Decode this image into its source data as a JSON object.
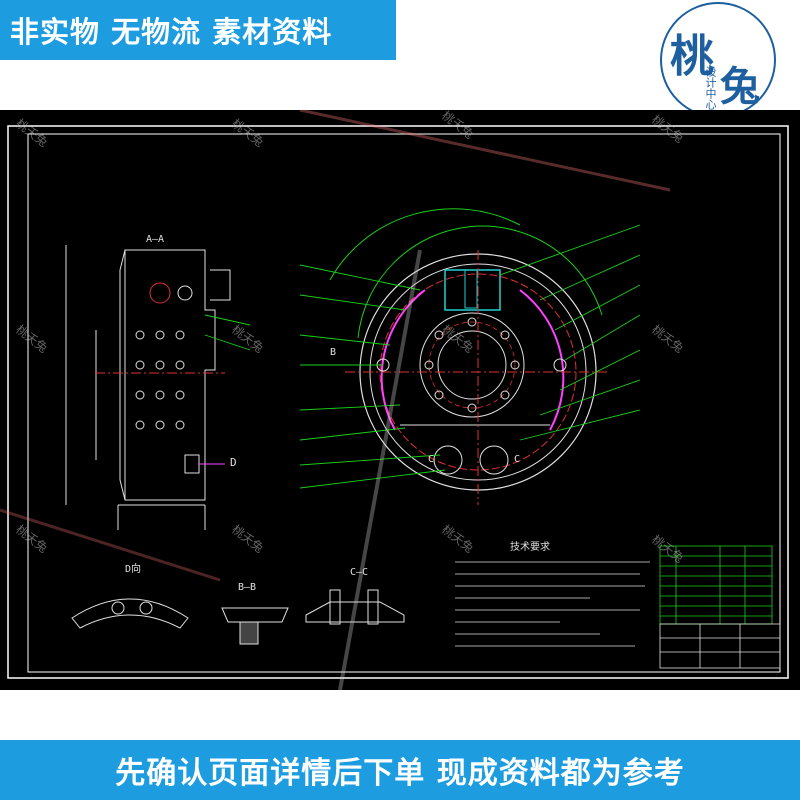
{
  "top_banner": {
    "text": "非实物 无物流 素材资料"
  },
  "bottom_banner": {
    "text": "先确认页面详情后下单 现成资料都为参考"
  },
  "logo": {
    "big_1": "桃",
    "big_2": "兔",
    "small": "设计中心"
  },
  "watermark": {
    "text": "桃夭兔"
  },
  "drawing": {
    "section_labels": {
      "aa": "A—A",
      "d_view": "D向",
      "bb": "B—B",
      "cc": "C—C",
      "b_mark": "B",
      "c_mark": "C",
      "d_mark": "D"
    },
    "tech_title": "技术要求",
    "colors": {
      "frame": "#ffffff",
      "outline": "#e0e0e0",
      "leader": "#19d019",
      "center": "#e03030",
      "hidden": "#ff40ff",
      "shoe": "#20d0d0"
    }
  }
}
